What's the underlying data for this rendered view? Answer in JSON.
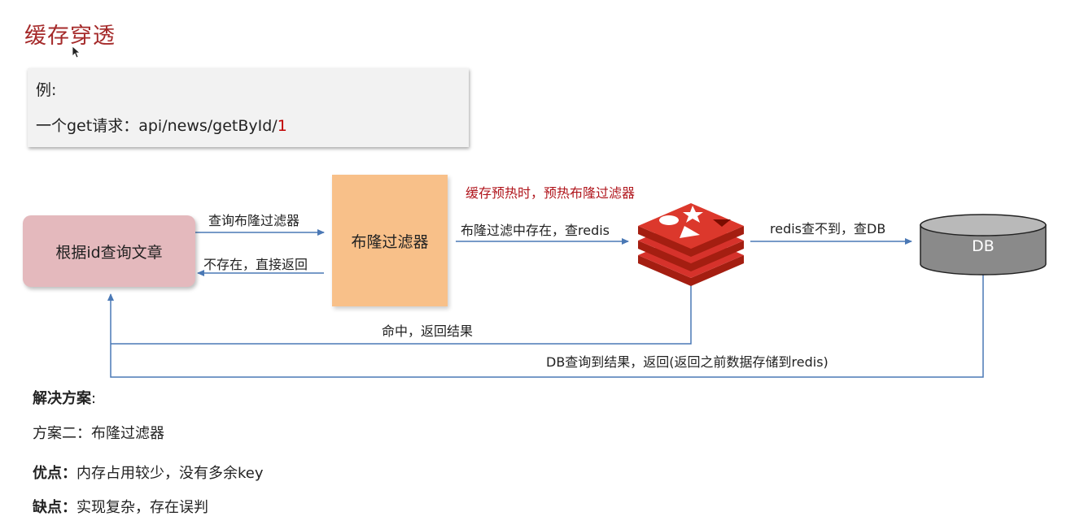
{
  "title": "缓存穿透",
  "example": {
    "label": "例:",
    "request_prefix": "一个get请求：api/news/getById/",
    "request_id": "1"
  },
  "flow": {
    "article_box": "根据id查询文章",
    "bloom_box": "布隆过滤器",
    "db_label": "DB",
    "edge_query_bloom": "查询布隆过滤器",
    "edge_not_exist": "不存在，直接返回",
    "edge_exist_redis": "布隆过滤中存在，查redis",
    "preheat_note": "缓存预热时，预热布隆过滤器",
    "edge_redis_miss": "redis查不到，查DB",
    "edge_hit": "命中，返回结果",
    "edge_db_return": "DB查询到结果，返回(返回之前数据存储到redis)"
  },
  "solution": {
    "heading": "解决方案",
    "heading_colon": ":",
    "plan": "方案二：布隆过滤器",
    "pros_label": "优点：",
    "pros_text": "内存占用较少，没有多余key",
    "cons_label": "缺点：",
    "cons_text": "实现复杂，存在误判"
  },
  "colors": {
    "title": "#a52a2a",
    "arrow": "#4a78b5",
    "redis_red": "#d6322b",
    "article_box": "#e4b9bd",
    "bloom_box": "#f8c089",
    "db_gray": "#8a8a8a"
  }
}
